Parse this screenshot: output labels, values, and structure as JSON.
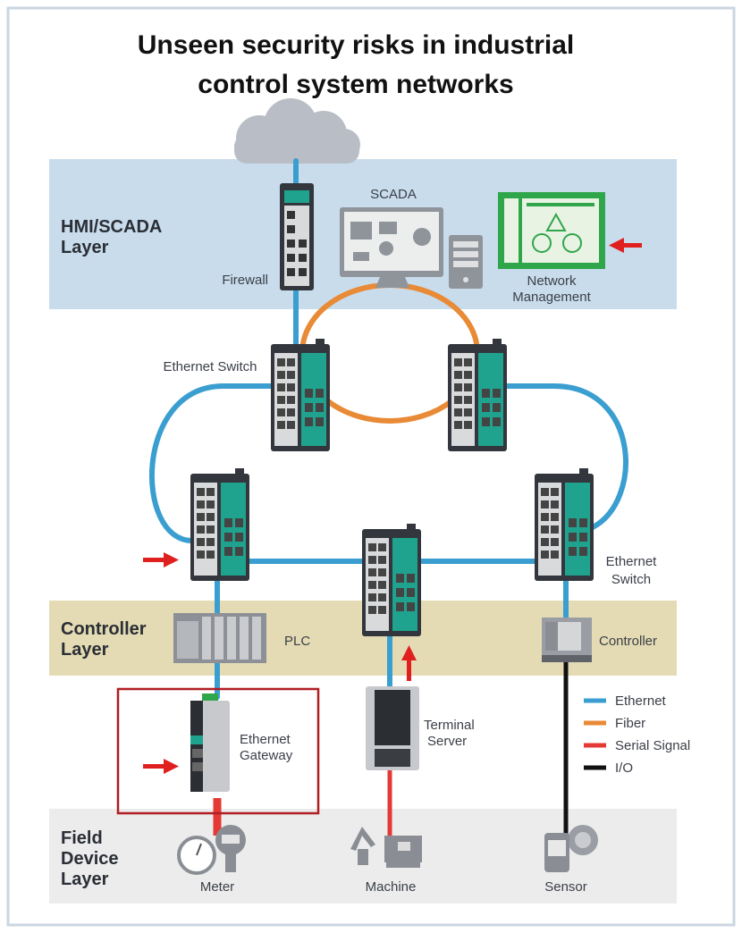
{
  "title": {
    "line1": "Unseen security risks in industrial",
    "line2": "control system networks"
  },
  "layers": {
    "hmi": {
      "line1": "HMI/SCADA",
      "line2": "Layer",
      "color": "#c9dcec"
    },
    "controller": {
      "line1": "Controller",
      "line2": "Layer",
      "color": "#e4dbb4"
    },
    "field": {
      "line1": "Field",
      "line2": "Device",
      "line3": "Layer",
      "color": "#ececec"
    }
  },
  "devices": {
    "firewall": "Firewall",
    "scada": "SCADA",
    "network_management": {
      "line1": "Network",
      "line2": "Management"
    },
    "ethernet_switch_left": "Ethernet Switch",
    "ethernet_switch_right": {
      "line1": "Ethernet",
      "line2": "Switch"
    },
    "plc": "PLC",
    "controller": "Controller",
    "ethernet_gateway": {
      "line1": "Ethernet",
      "line2": "Gateway"
    },
    "terminal_server": {
      "line1": "Terminal",
      "line2": "Server"
    },
    "meter": "Meter",
    "machine": "Machine",
    "sensor": "Sensor"
  },
  "legend": [
    {
      "label": "Ethernet",
      "color": "#3a9fd0"
    },
    {
      "label": "Fiber",
      "color": "#e88a36"
    },
    {
      "label": "Serial Signal",
      "color": "#e53935"
    },
    {
      "label": "I/O",
      "color": "#111111"
    }
  ],
  "colors": {
    "ethernet": "#3a9fd0",
    "fiber": "#e88a36",
    "serial": "#e53935",
    "io": "#111111",
    "risk_arrow": "#e0201f",
    "highlight_box": "#b01e23",
    "device_teal": "#1fa38f"
  }
}
